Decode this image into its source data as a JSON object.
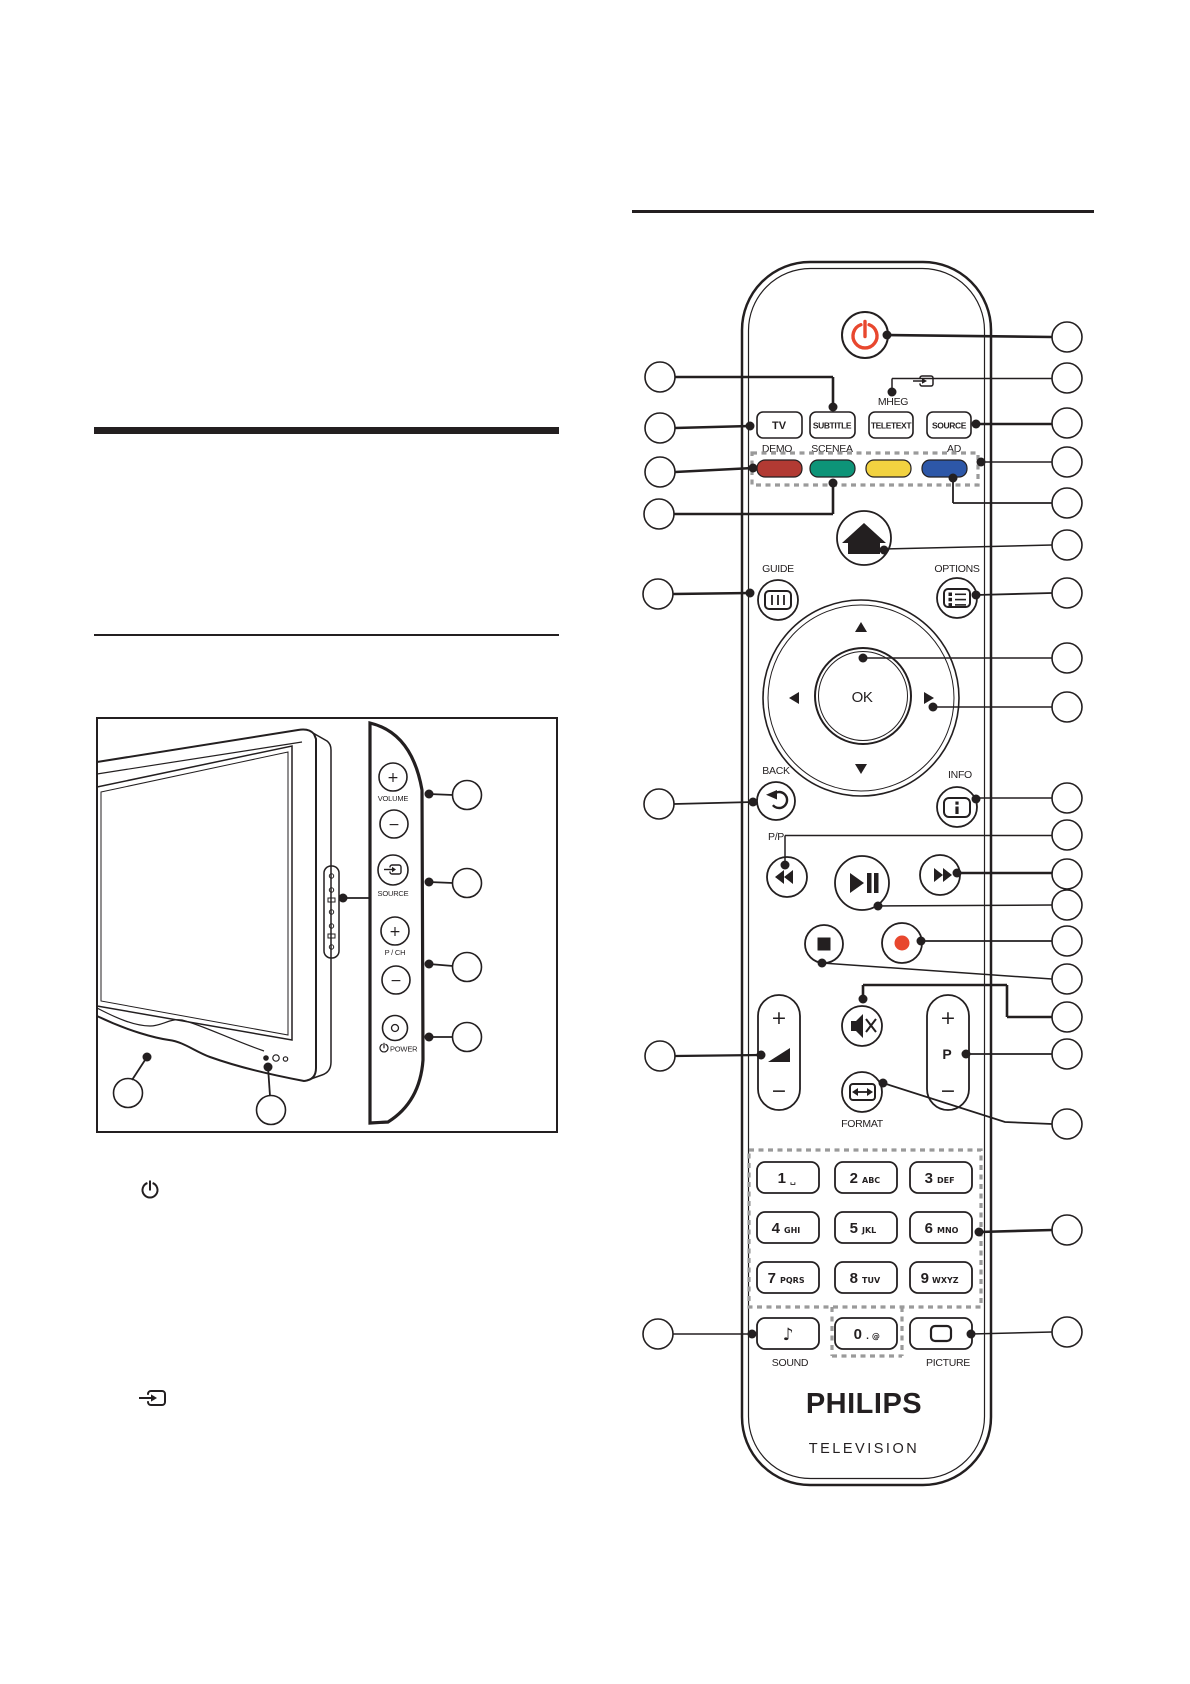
{
  "colors": {
    "accent_red": "#e8472e",
    "key_red": "#b23a33",
    "key_green": "#0d9478",
    "key_yellow": "#f2d240",
    "key_blue": "#2d57a8",
    "dash_gray": "#9a9a9a",
    "ink": "#231f20"
  },
  "tv_panel": {
    "volume_plus": "+",
    "volume_label": "VOLUME",
    "volume_minus": "−",
    "source_label": "SOURCE",
    "pch_plus": "+",
    "pch_label": "P / CH",
    "pch_minus": "−",
    "power_label": "POWER"
  },
  "remote": {
    "buttons": {
      "mheg_label": "MHEG",
      "tv": "TV",
      "subtitle": "SUBTITLE",
      "teletext": "TELETEXT",
      "source": "SOURCE",
      "demo_label": "DEMO",
      "scenea_label": "SCENEA",
      "ad_label": "AD",
      "guide_label": "GUIDE",
      "options_label": "OPTIONS",
      "ok": "OK",
      "back_label": "BACK",
      "pp_label": "P/P",
      "info_label": "INFO",
      "volume_plus": "+",
      "volume_minus": "−",
      "prog_plus": "+",
      "prog_letter": "P",
      "prog_minus": "−",
      "format_label": "FORMAT",
      "sound_label": "SOUND",
      "sound_glyph": "♪",
      "picture_label": "PICTURE"
    },
    "keypad": [
      {
        "digit": "1",
        "letters": "␣"
      },
      {
        "digit": "2",
        "letters": "ABC"
      },
      {
        "digit": "3",
        "letters": "DEF"
      },
      {
        "digit": "4",
        "letters": "GHI"
      },
      {
        "digit": "5",
        "letters": "JKL"
      },
      {
        "digit": "6",
        "letters": "MNO"
      },
      {
        "digit": "7",
        "letters": "PQRS"
      },
      {
        "digit": "8",
        "letters": "TUV"
      },
      {
        "digit": "9",
        "letters": "WXYZ"
      },
      {
        "digit": "0",
        "letters": ". @"
      }
    ],
    "brand": "PHILIPS",
    "model_label": "TELEVISION"
  }
}
